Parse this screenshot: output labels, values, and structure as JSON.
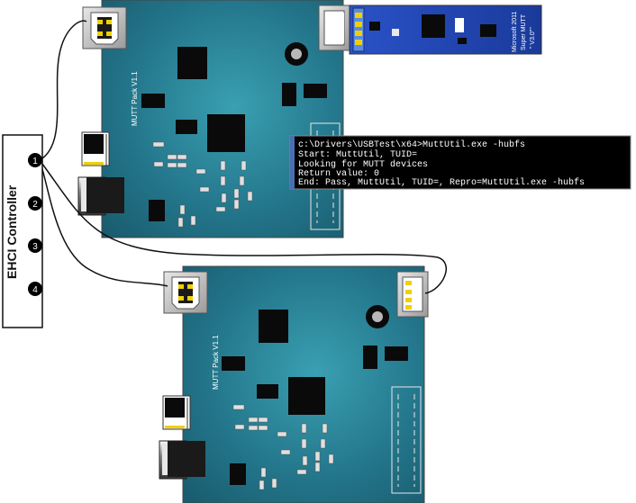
{
  "controller": {
    "label": "EHCI Controller",
    "ports": [
      "1",
      "2",
      "3",
      "4"
    ]
  },
  "boards": [
    {
      "id": "top",
      "label": "MUTT Pack V1.1"
    },
    {
      "id": "bottom",
      "label": "MUTT Pack V1.1"
    }
  ],
  "super_mutt": {
    "line1": "Microsoft 2011",
    "line2": "Super MUTT",
    "line3": "\" V3.0\"\""
  },
  "console": {
    "lines": [
      "c:\\Drivers\\USBTest\\x64>MuttUtil.exe -hubfs",
      "Start: MuttUtil, TUID=",
      "Looking for MUTT devices",
      "Return value: 0",
      "End: Pass, MuttUtil, TUID=, Repro=MuttUtil.exe  -hubfs"
    ]
  },
  "colors": {
    "board": "#1f6b82",
    "board_highlight": "#3aa0b2",
    "super_mutt": "#1d3fa6",
    "console_bg": "#000000",
    "console_text": "#ffffff",
    "usb_pin": "#f0d000"
  }
}
